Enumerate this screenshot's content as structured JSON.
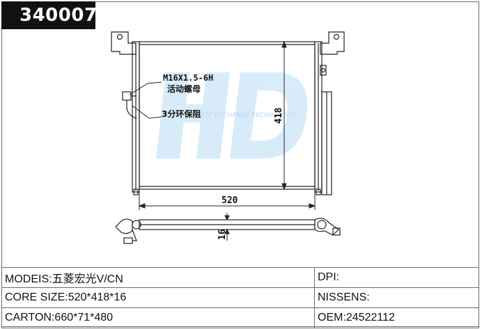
{
  "part_number": "340007",
  "drawing": {
    "thread_spec": "M16X1.5-6H",
    "thread_note": "活动螺母",
    "valve_note": "3分环保阻",
    "dimension_width": "520",
    "dimension_height": "418",
    "dimension_thickness": "16"
  },
  "specs": {
    "models": "MODEIS:五菱宏光V/CN",
    "dpi": "DPI:",
    "core_size": "CORE SIZE:520*418*16",
    "nissens": "NISSENS:",
    "carton": "CARTON:660*71*480",
    "oem": "OEM:24522112"
  },
  "colors": {
    "tag_background": "#111111",
    "line": "#222222",
    "watermark": "#b9dcf5"
  }
}
